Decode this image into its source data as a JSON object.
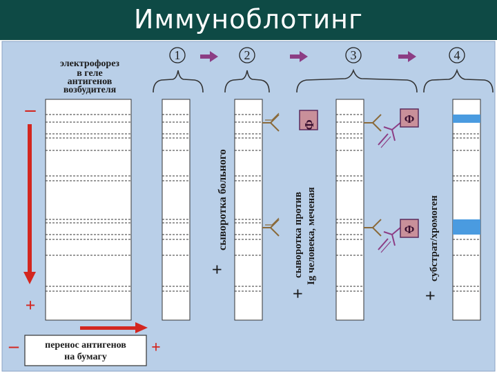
{
  "title": "Иммуноблотинг",
  "steps": [
    "1",
    "2",
    "3",
    "4"
  ],
  "gel_label": [
    "электрофорез",
    "в геле",
    "антигенов",
    "возбудителя"
  ],
  "minus_sign": "–",
  "plus_sign": "+",
  "reagent_2": "сыворотка больного",
  "reagent_3_line1": "сыворотка против",
  "reagent_3_line2": "Ig человека, меченая",
  "reagent_4": "субстрат/хромоген",
  "enzyme_label": "Ф",
  "transfer_label": [
    "перенос антигенов",
    "на бумагу"
  ],
  "colors": {
    "title_bg": "#0e4a45",
    "panel_bg": "#b9cfe8",
    "arrow_red": "#d3261f",
    "arrow_purple": "#8c3d84",
    "enzyme_fill": "#c9909a",
    "blue_band": "#4a9be0"
  }
}
